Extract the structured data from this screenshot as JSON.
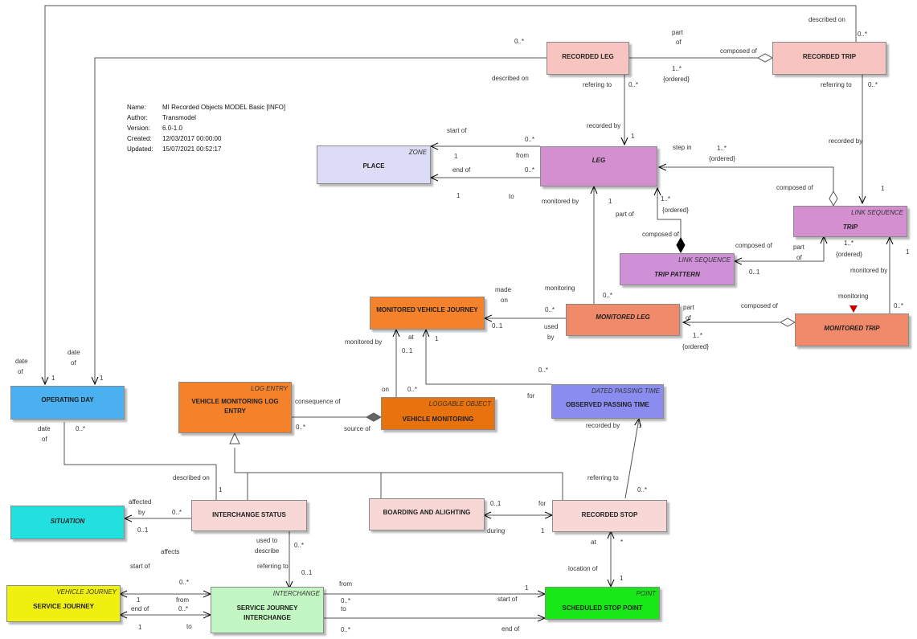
{
  "metadata": {
    "name_label": "Name:",
    "name": "MI Recorded Objects  MODEL Basic [INFO]",
    "author_label": "Author:",
    "author": "Transmodel",
    "version_label": "Version:",
    "version": "6.0-1.0",
    "created_label": "Created:",
    "created": "12/03/2017 00:00:00",
    "updated_label": "Updated:",
    "updated": "15/07/2021 00:52:17"
  },
  "colors": {
    "recorded": "#f8c4c0",
    "leg": "#d48fd0",
    "trip_pattern": "#cf90d8",
    "place": "#dcdcf6",
    "monitored": "#f4822a",
    "monitored_leg": "#f08a6a",
    "loggable": "#e8720e",
    "dated_passing": "#8a8cf0",
    "operating_day": "#4ab0f0",
    "situation": "#22e0e0",
    "status": "#f8d8d6",
    "vehicle_journey": "#f0f00e",
    "interchange": "#c2f6c2",
    "stop_point": "#18e818"
  },
  "boxes": {
    "recorded_leg": {
      "name": "RECORDED LEG"
    },
    "recorded_trip": {
      "name": "RECORDED TRIP"
    },
    "place": {
      "stereotype": "ZONE",
      "name": "PLACE"
    },
    "leg": {
      "name": "LEG"
    },
    "trip": {
      "stereotype": "LINK SEQUENCE",
      "name": "TRIP"
    },
    "trip_pattern": {
      "stereotype": "LINK SEQUENCE",
      "name": "TRIP PATTERN"
    },
    "monitored_vehicle_journey": {
      "name": "MONITORED VEHICLE JOURNEY"
    },
    "monitored_leg": {
      "name": "MONITORED LEG"
    },
    "monitored_trip": {
      "name": "MONITORED TRIP"
    },
    "vehicle_monitoring_log_entry": {
      "stereotype": "LOG ENTRY",
      "name": "VEHICLE MONITORING LOG ENTRY"
    },
    "vehicle_monitoring": {
      "stereotype": "LOGGABLE OBJECT",
      "name": "VEHICLE MONITORING"
    },
    "observed_passing_time": {
      "stereotype": "DATED PASSING TIME",
      "name": "OBSERVED PASSING TIME"
    },
    "operating_day": {
      "name": "OPERATING DAY"
    },
    "situation": {
      "name": "SITUATION"
    },
    "interchange_status": {
      "name": "INTERCHANGE STATUS"
    },
    "boarding_and_alighting": {
      "name": "BOARDING AND ALIGHTING"
    },
    "recorded_stop": {
      "name": "RECORDED STOP"
    },
    "service_journey": {
      "stereotype": "VEHICLE JOURNEY",
      "name": "SERVICE JOURNEY"
    },
    "service_journey_interchange": {
      "stereotype": "INTERCHANGE",
      "name": "SERVICE JOURNEY INTERCHANGE"
    },
    "scheduled_stop_point": {
      "stereotype": "POINT",
      "name": "SCHEDULED STOP POINT"
    }
  },
  "labels": [
    {
      "t": "described on"
    },
    {
      "t": "0..*"
    },
    {
      "t": "0..*"
    },
    {
      "t": "part"
    },
    {
      "t": "of"
    },
    {
      "t": "composed of"
    },
    {
      "t": "1..*"
    },
    {
      "t": "{ordered}"
    },
    {
      "t": "described on"
    },
    {
      "t": "refering to"
    },
    {
      "t": "0..*"
    },
    {
      "t": "referring to"
    },
    {
      "t": "0..*"
    },
    {
      "t": "recorded by"
    },
    {
      "t": "1"
    },
    {
      "t": "recorded by"
    },
    {
      "t": "start of"
    },
    {
      "t": "0..*"
    },
    {
      "t": "1"
    },
    {
      "t": "from"
    },
    {
      "t": "end of"
    },
    {
      "t": "0..*"
    },
    {
      "t": "1"
    },
    {
      "t": "to"
    },
    {
      "t": "step in"
    },
    {
      "t": "1..*"
    },
    {
      "t": "{ordered}"
    },
    {
      "t": "composed of"
    },
    {
      "t": "1"
    },
    {
      "t": "monitored by"
    },
    {
      "t": "1"
    },
    {
      "t": "part of"
    },
    {
      "t": "1..*"
    },
    {
      "t": "{ordered}"
    },
    {
      "t": "composed of"
    },
    {
      "t": "composed of"
    },
    {
      "t": "part"
    },
    {
      "t": "of"
    },
    {
      "t": "1..*"
    },
    {
      "t": "{ordered}"
    },
    {
      "t": "0..1"
    },
    {
      "t": "1"
    },
    {
      "t": "monitored by"
    },
    {
      "t": "made"
    },
    {
      "t": "on"
    },
    {
      "t": "monitoring"
    },
    {
      "t": "0..*"
    },
    {
      "t": "0..*"
    },
    {
      "t": "0..1"
    },
    {
      "t": "used"
    },
    {
      "t": "by"
    },
    {
      "t": "part"
    },
    {
      "t": "of"
    },
    {
      "t": "composed of"
    },
    {
      "t": "1..*"
    },
    {
      "t": "{ordered}"
    },
    {
      "t": "monitoring"
    },
    {
      "t": "0..*"
    },
    {
      "t": "monitored by"
    },
    {
      "t": "at"
    },
    {
      "t": "1"
    },
    {
      "t": "0..1"
    },
    {
      "t": "0..*"
    },
    {
      "t": "on"
    },
    {
      "t": "0..*"
    },
    {
      "t": "for"
    },
    {
      "t": "consequence of"
    },
    {
      "t": "0..*"
    },
    {
      "t": "source of"
    },
    {
      "t": "recorded by"
    },
    {
      "t": "1"
    },
    {
      "t": "date"
    },
    {
      "t": "of"
    },
    {
      "t": "date"
    },
    {
      "t": "of"
    },
    {
      "t": "1"
    },
    {
      "t": "1"
    },
    {
      "t": "date"
    },
    {
      "t": "of"
    },
    {
      "t": "0..*"
    },
    {
      "t": "described on"
    },
    {
      "t": "1"
    },
    {
      "t": "referring to"
    },
    {
      "t": "0..*"
    },
    {
      "t": "affected"
    },
    {
      "t": "by"
    },
    {
      "t": "0..*"
    },
    {
      "t": "0..1"
    },
    {
      "t": "0..1"
    },
    {
      "t": "for"
    },
    {
      "t": "during"
    },
    {
      "t": "1"
    },
    {
      "t": "used to"
    },
    {
      "t": "describe"
    },
    {
      "t": "0..*"
    },
    {
      "t": "affects"
    },
    {
      "t": "start of"
    },
    {
      "t": "0..*"
    },
    {
      "t": "referring to"
    },
    {
      "t": "0..1"
    },
    {
      "t": "at"
    },
    {
      "t": "*"
    },
    {
      "t": "location of"
    },
    {
      "t": "1"
    },
    {
      "t": "1"
    },
    {
      "t": "end of"
    },
    {
      "t": "from"
    },
    {
      "t": "0..*"
    },
    {
      "t": "1"
    },
    {
      "t": "to"
    },
    {
      "t": "from"
    },
    {
      "t": "0..*"
    },
    {
      "t": "to"
    },
    {
      "t": "1"
    },
    {
      "t": "start of"
    },
    {
      "t": "0..*"
    },
    {
      "t": "end of"
    }
  ]
}
